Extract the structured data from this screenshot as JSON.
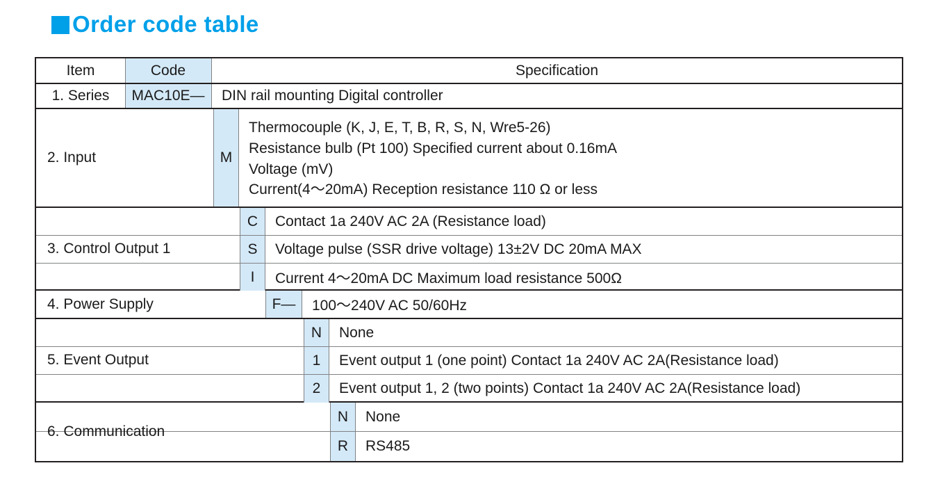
{
  "title": {
    "bullet": "square-bullet",
    "text": "Order code table",
    "color": "#00a0e9"
  },
  "theme": {
    "code_cell_bg": "#d4e9f7",
    "border_strong": "#231f20",
    "border_light": "#808285"
  },
  "table": {
    "headers": {
      "item": "Item",
      "code": "Code",
      "specification": "Specification"
    },
    "sections": [
      {
        "item": "1. Series",
        "rows": [
          {
            "code": "MAC10E—",
            "spec": "DIN rail mounting Digital controller"
          }
        ]
      },
      {
        "item": "2. Input",
        "rows": [
          {
            "code": "M",
            "spec_lines": [
              "Thermocouple (K, J, E, T, B, R, S, N, Wre5-26)",
              "Resistance bulb (Pt 100)  Specified current  about 0.16mA",
              "Voltage (mV)",
              "Current(4～20mA) Reception resistance 110 Ω  or less"
            ]
          }
        ]
      },
      {
        "item": "3. Control Output 1",
        "rows": [
          {
            "code": "C",
            "spec": "Contact  1a  240V  AC  2A (Resistance load)"
          },
          {
            "code": "S",
            "spec": "Voltage pulse (SSR drive voltage) 13±2V DC 20mA MAX"
          },
          {
            "code": "I",
            "spec": "Current   4～20mA  DC  Maximum load resistance  500Ω"
          }
        ]
      },
      {
        "item": "4. Power Supply",
        "rows": [
          {
            "code": "F—",
            "spec": "100～240V AC 50/60Hz"
          }
        ]
      },
      {
        "item": "5. Event Output",
        "rows": [
          {
            "code": "N",
            "spec": "None"
          },
          {
            "code": "1",
            "spec": "Event output 1 (one point)  Contact  1a  240V  AC  2A(Resistance load)"
          },
          {
            "code": "2",
            "spec": "Event output 1, 2 (two points) Contact  1a  240V  AC  2A(Resistance load)"
          }
        ]
      },
      {
        "item": "6. Communication",
        "rows": [
          {
            "code": "N",
            "spec": "None"
          },
          {
            "code": "R",
            "spec": "RS485"
          }
        ]
      }
    ]
  }
}
